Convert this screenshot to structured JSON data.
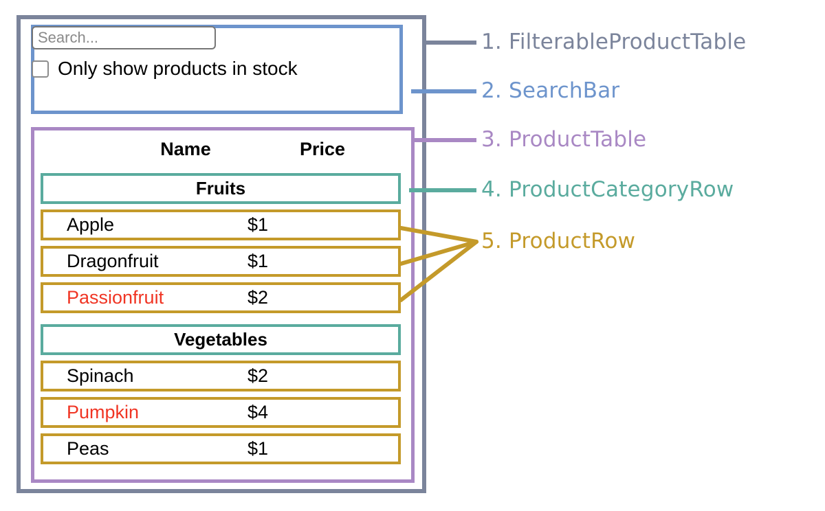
{
  "colors": {
    "outer": "#7b849b",
    "searchbar": "#6d94cc",
    "producttable": "#a988c4",
    "categoryrow": "#5aab9e",
    "productrow": "#c49a2a",
    "out_of_stock_text": "#f03524",
    "text": "#000000",
    "placeholder": "#8a8a8a",
    "background": "#ffffff"
  },
  "search_bar": {
    "input_value": "",
    "input_placeholder": "Search...",
    "checkbox_checked": false,
    "checkbox_label": "Only show products in stock"
  },
  "product_table": {
    "headers": {
      "name": "Name",
      "price": "Price"
    },
    "sections": [
      {
        "category": "Fruits",
        "products": [
          {
            "name": "Apple",
            "price": "$1",
            "in_stock": true
          },
          {
            "name": "Dragonfruit",
            "price": "$1",
            "in_stock": true
          },
          {
            "name": "Passionfruit",
            "price": "$2",
            "in_stock": false
          }
        ]
      },
      {
        "category": "Vegetables",
        "products": [
          {
            "name": "Spinach",
            "price": "$2",
            "in_stock": true
          },
          {
            "name": "Pumpkin",
            "price": "$4",
            "in_stock": false
          },
          {
            "name": "Peas",
            "price": "$1",
            "in_stock": true
          }
        ]
      }
    ]
  },
  "annotations": [
    {
      "number": "1.",
      "label": "FilterableProductTable",
      "color": "#7b849b"
    },
    {
      "number": "2.",
      "label": "SearchBar",
      "color": "#6d94cc"
    },
    {
      "number": "3.",
      "label": "ProductTable",
      "color": "#a988c4"
    },
    {
      "number": "4.",
      "label": "ProductCategoryRow",
      "color": "#5aab9e"
    },
    {
      "number": "5.",
      "label": "ProductRow",
      "color": "#c49a2a"
    }
  ]
}
